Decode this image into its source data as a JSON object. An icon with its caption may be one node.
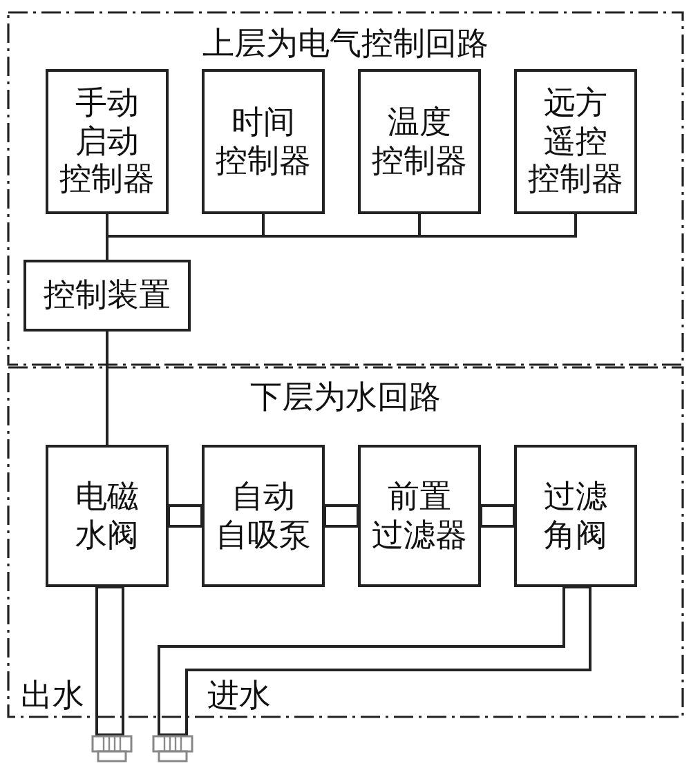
{
  "diagram": {
    "nodes": [
      {
        "text": [
          "上层为电气控制回路"
        ]
      },
      {
        "text": [
          "手动启动控制器"
        ],
        "in": 0
      },
      {
        "text": [
          "时间控制器"
        ],
        "in": 0
      },
      {
        "text": [
          "温度控制器"
        ],
        "in": 0
      },
      {
        "text": [
          "远方遥控控制器"
        ],
        "in": 0
      },
      {
        "text": [
          "控制装置"
        ],
        "in": 0
      },
      {
        "text": [
          "下层为水回路"
        ]
      },
      {
        "text": [
          "电磁水阀"
        ],
        "in": 6
      },
      {
        "text": [
          "自动自吸泵"
        ],
        "in": 6
      },
      {
        "text": [
          "前置过滤器"
        ],
        "in": 6
      },
      {
        "text": [
          "过滤角阀"
        ],
        "in": 6
      },
      {
        "text": [],
        "shape": "box"
      },
      {
        "text": [],
        "shape": "box"
      }
    ],
    "edges": [
      {
        "from": 1,
        "to": 5,
        "arrow": "none"
      },
      {
        "from": 2,
        "to": 5,
        "arrow": "none"
      },
      {
        "from": 3,
        "to": 5,
        "arrow": "none"
      },
      {
        "from": 4,
        "to": 5,
        "arrow": "none"
      },
      {
        "from": 5,
        "to": 7,
        "arrow": "none"
      },
      {
        "from": 7,
        "to": 8,
        "arrow": "none"
      },
      {
        "from": 8,
        "to": 9,
        "arrow": "none"
      },
      {
        "from": 9,
        "to": 10,
        "arrow": "none"
      },
      {
        "from": 7,
        "to": 11,
        "arrow": "none"
      },
      {
        "from": 10,
        "to": 12,
        "arrow": "none"
      }
    ],
    "labels": [
      "出水",
      "进水"
    ]
  }
}
